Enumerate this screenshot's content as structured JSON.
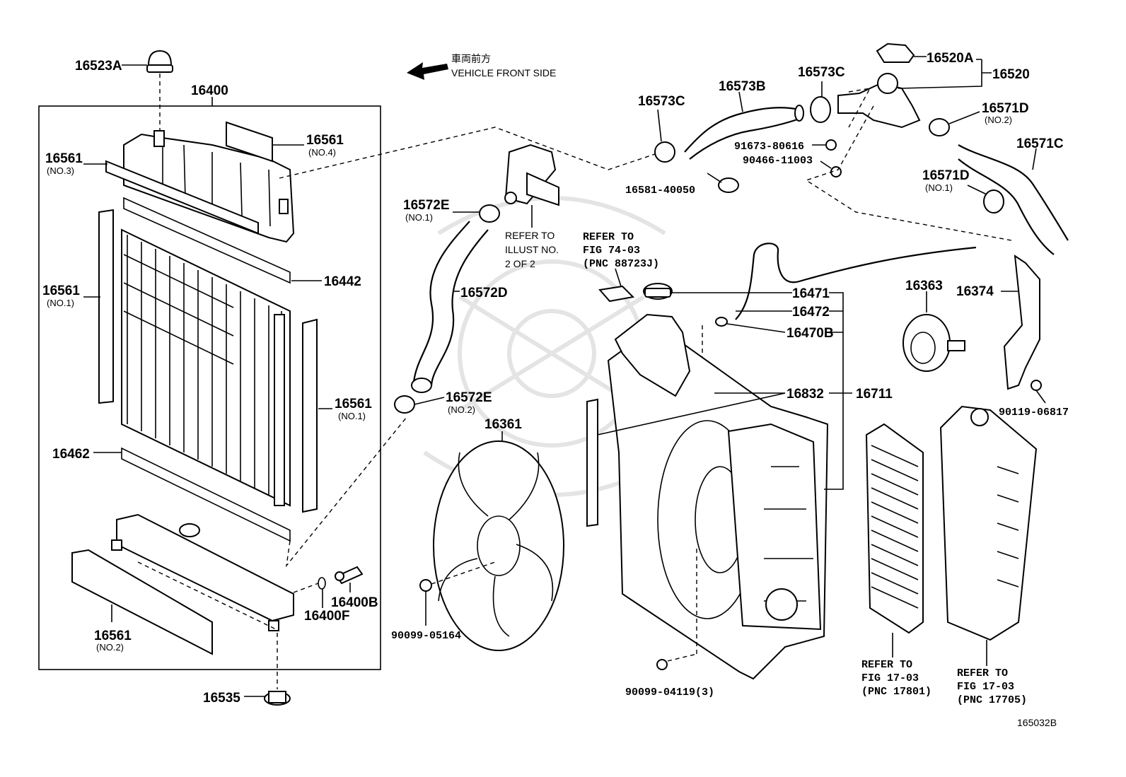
{
  "header": {
    "direction_jp": "車両前方",
    "direction_en": "VEHICLE FRONT SIDE"
  },
  "labels": {
    "p16523A": "16523A",
    "p16400": "16400",
    "p16561_no4": "16561",
    "no4": "(NO.4)",
    "p16561_no3": "16561",
    "no3": "(NO.3)",
    "p16561_no1_left": "16561",
    "no1_left": "(NO.1)",
    "p16442": "16442",
    "p16561_no1_right": "16561",
    "no1_right": "(NO.1)",
    "p16462": "16462",
    "p16400B": "16400B",
    "p16400F": "16400F",
    "p16561_no2": "16561",
    "no2": "(NO.2)",
    "p16535": "16535",
    "p16572E_no1": "16572E",
    "no1_e": "(NO.1)",
    "p16572D": "16572D",
    "p16572E_no2": "16572E",
    "no2_e": "(NO.2)",
    "p16361": "16361",
    "p90099_05164": "90099-05164",
    "p16573C_left": "16573C",
    "p16573B": "16573B",
    "p16573C_right": "16573C",
    "p16520A": "16520A",
    "p16520": "16520",
    "p16571D_no2": "16571D",
    "no2_d": "(NO.2)",
    "p91673_80616": "91673-80616",
    "p90466_11003": "90466-11003",
    "p16571C": "16571C",
    "p16571D_no1": "16571D",
    "no1_d": "(NO.1)",
    "p16581_40050": "16581-40050",
    "p16471": "16471",
    "p16472": "16472",
    "p16470B": "16470B",
    "p16832": "16832",
    "p16711": "16711",
    "p16363": "16363",
    "p16374": "16374",
    "p90119_06817": "90119-06817",
    "p90099_04119": "90099-04119(3)",
    "figure_code": "165032B"
  },
  "notes": {
    "refer_illust": [
      "REFER TO",
      "ILLUST NO.",
      "2 OF 2"
    ],
    "refer_fig74": [
      "REFER  TO",
      "FIG 74-03",
      "(PNC 88723J)"
    ],
    "refer_fig17_a": [
      "REFER TO",
      "FIG 17-03",
      "(PNC 17801)"
    ],
    "refer_fig17_b": [
      "REFER TO",
      "FIG 17-03",
      "(PNC 17705)"
    ]
  }
}
